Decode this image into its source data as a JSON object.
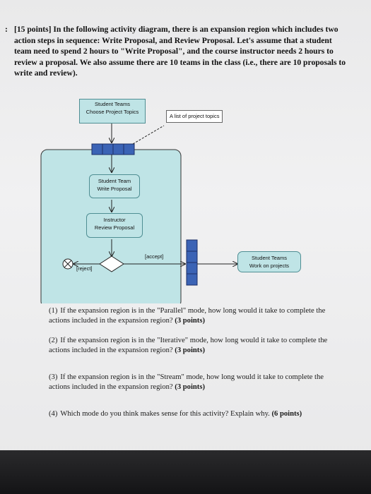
{
  "header": {
    "marker": ":",
    "intro": "[15 points] In the following activity diagram, there is an expansion region which includes two action steps in sequence: Write Proposal, and Review Proposal. Let's assume that a student team need to spend 2 hours to \"Write Proposal\", and the course instructor needs 2 hours to review a proposal. We also assume there are 10 teams in the class (i.e., there are 10 proposals to write and review)."
  },
  "diagram": {
    "top_node": [
      "Student Teams",
      "Choose Project Topics"
    ],
    "note": "A list of project topics",
    "write_node": [
      "Student Team",
      "Write Proposal"
    ],
    "review_node": [
      "Instructor",
      "Review Proposal"
    ],
    "accept_label": "[accept]",
    "reject_label": "[reject]",
    "work_node": [
      "Student Teams",
      "Work on projects"
    ]
  },
  "questions": [
    {
      "num": "(1)",
      "text": "If the expansion region is in the \"Parallel\" mode, how long would it take to complete the actions included in the expansion region?",
      "points": "(3 points)"
    },
    {
      "num": "(2)",
      "text": "If the expansion region is in the \"Iterative\" mode, how long would it take to complete the actions included in the expansion region?",
      "points": "(3 points)"
    },
    {
      "num": "(3)",
      "text": "If the expansion region is in the \"Stream\" mode, how long would it take to complete the actions included in the expansion region?",
      "points": "(3 points)"
    },
    {
      "num": "(4)",
      "text": "Which mode do you think makes sense for this activity? Explain why.",
      "points": "(6 points)"
    }
  ]
}
